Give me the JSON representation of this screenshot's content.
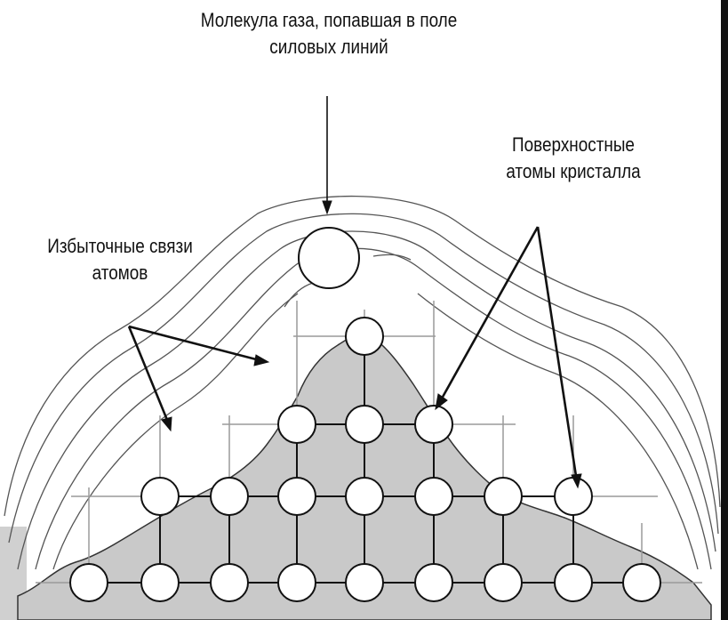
{
  "labels": {
    "gas_molecule": [
      "Молекула газа, попавшая в поле",
      "силовых линий"
    ],
    "surface_atoms": [
      "Поверхностные",
      "атомы кристалла"
    ],
    "excess_bonds": [
      "Избыточные связи",
      "атомов"
    ]
  },
  "colors": {
    "crystal_fill": "#c9c9c9",
    "grid_line": "#9a9a9a",
    "field_line": "#555555",
    "arrow": "#111111",
    "atom_fill": "#ffffff",
    "atom_stroke": "#111111"
  }
}
